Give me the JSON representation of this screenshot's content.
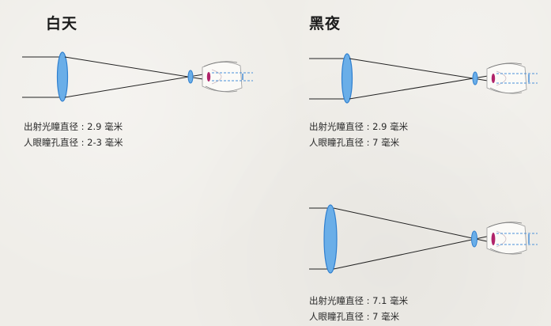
{
  "panels": [
    {
      "heading": "白天",
      "exit_pupil_line": "出射光瞳直径 : 2.9 毫米",
      "eye_pupil_line": "人眼瞳孔直径 : 2-3 毫米"
    },
    {
      "heading": "黑夜",
      "exit_pupil_line": "出射光瞳直径 : 2.9 毫米",
      "eye_pupil_line": "人眼瞳孔直径 : 7 毫米"
    },
    {
      "heading": "",
      "exit_pupil_line": "出射光瞳直径 : 7.1 毫米",
      "eye_pupil_line": "人眼瞳孔直径 : 7 毫米"
    }
  ],
  "colors": {
    "lens_fill": "#6aaee8",
    "lens_stroke": "#2f7fcf",
    "ray": "#222222",
    "dashed": "#4a90d9",
    "eye_iris": "#b0236a"
  }
}
